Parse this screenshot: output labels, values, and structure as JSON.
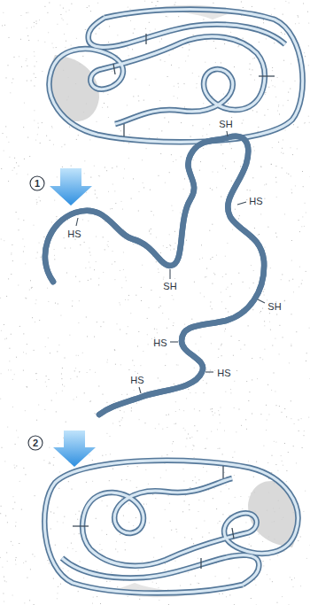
{
  "diagram": {
    "labels": [
      "1",
      "2",
      "SH",
      "HS",
      "HS",
      "SH",
      "SH",
      "HS",
      "HS",
      "HS"
    ]
  }
}
